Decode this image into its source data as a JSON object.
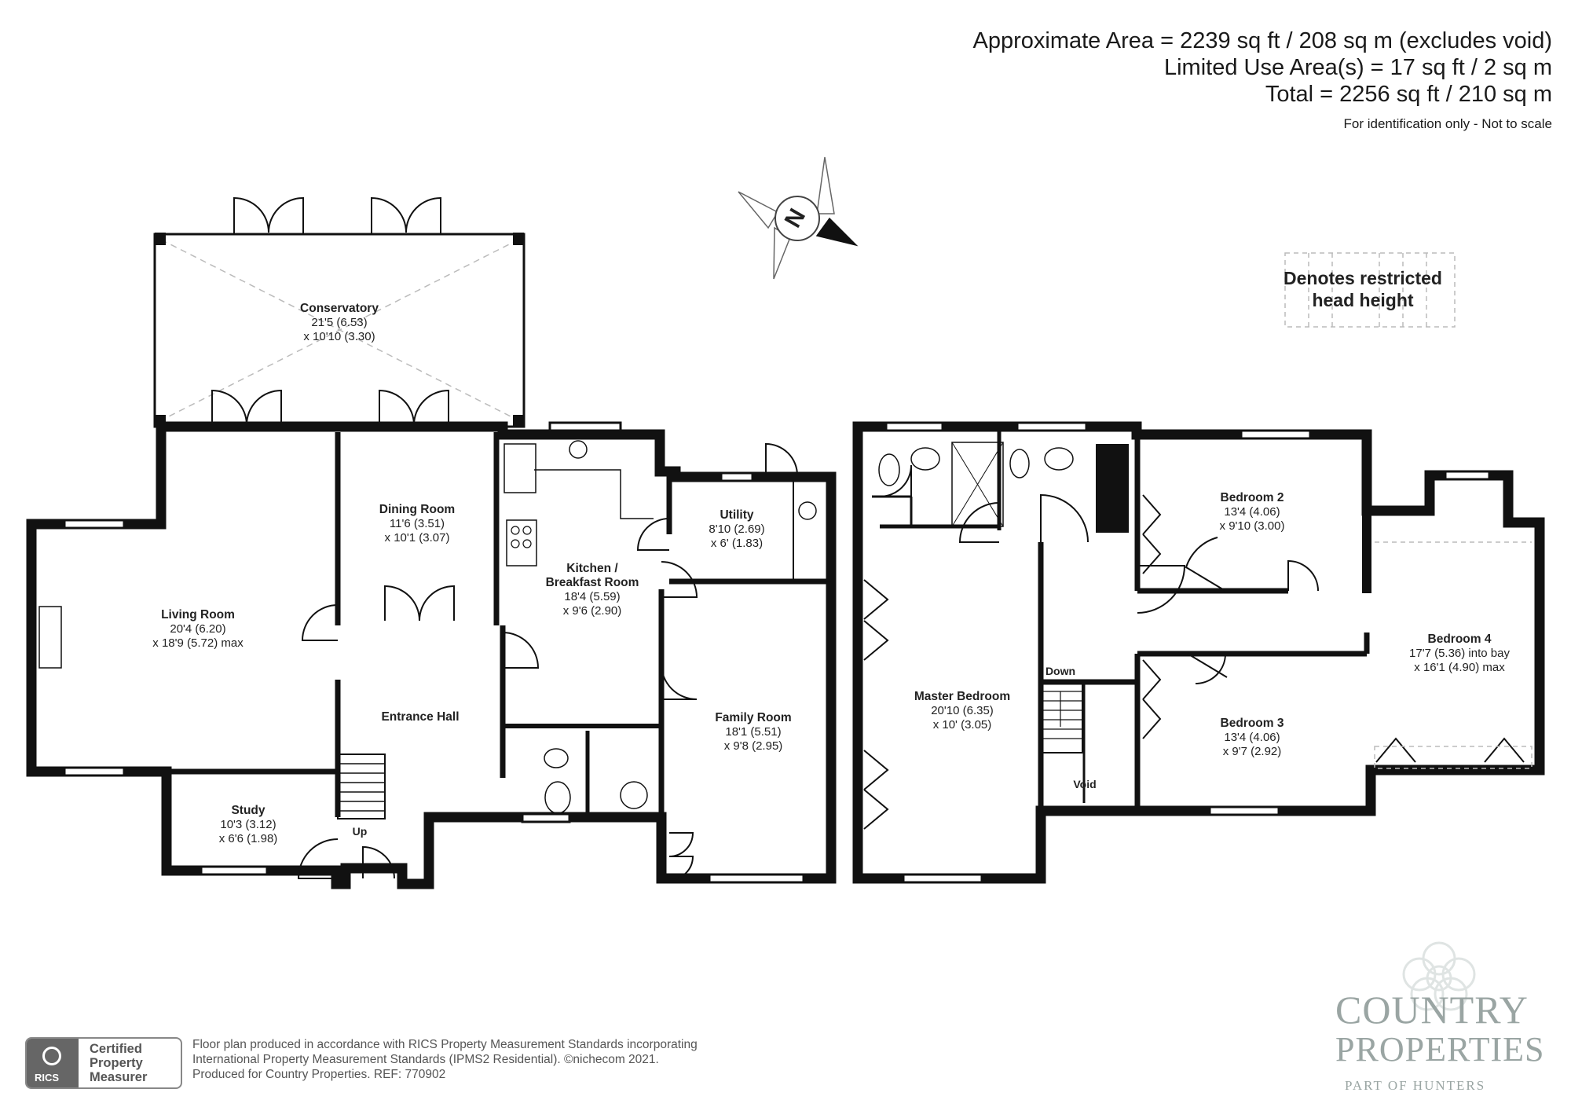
{
  "header": {
    "approx_area": "Approximate Area = 2239 sq ft / 208 sq m (excludes void)",
    "limited_use": "Limited Use Area(s) = 17 sq ft / 2 sq m",
    "total": "Total = 2256 sq ft / 210 sq m",
    "disclaimer": "For identification only - Not to scale"
  },
  "compass": {
    "letter": "N",
    "icon": "compass-rose-icon"
  },
  "legend": {
    "line1": "Denotes restricted",
    "line2": "head height"
  },
  "rooms": {
    "conservatory": {
      "name": "Conservatory",
      "d1": "21'5 (6.53)",
      "d2": "x 10'10 (3.30)"
    },
    "dining": {
      "name": "Dining Room",
      "d1": "11'6 (3.51)",
      "d2": "x 10'1 (3.07)"
    },
    "living": {
      "name": "Living Room",
      "d1": "20'4 (6.20)",
      "d2": "x 18'9 (5.72) max"
    },
    "kitchen": {
      "name1": "Kitchen /",
      "name2": "Breakfast Room",
      "d1": "18'4 (5.59)",
      "d2": "x 9'6 (2.90)"
    },
    "utility": {
      "name": "Utility",
      "d1": "8'10 (2.69)",
      "d2": "x 6' (1.83)"
    },
    "entrance": {
      "name": "Entrance Hall"
    },
    "family": {
      "name": "Family Room",
      "d1": "18'1 (5.51)",
      "d2": "x 9'8 (2.95)"
    },
    "study": {
      "name": "Study",
      "d1": "10'3 (3.12)",
      "d2": "x 6'6 (1.98)"
    },
    "master": {
      "name": "Master Bedroom",
      "d1": "20'10 (6.35)",
      "d2": "x 10' (3.05)"
    },
    "bed2": {
      "name": "Bedroom 2",
      "d1": "13'4 (4.06)",
      "d2": "x 9'10 (3.00)"
    },
    "bed3": {
      "name": "Bedroom 3",
      "d1": "13'4 (4.06)",
      "d2": "x 9'7 (2.92)"
    },
    "bed4": {
      "name": "Bedroom 4",
      "d1": "17'7 (5.36) into bay",
      "d2": "x 16'1 (4.90) max"
    }
  },
  "labels": {
    "up": "Up",
    "down": "Down",
    "void": "Void"
  },
  "footer": {
    "line1": "Floor plan produced in accordance with RICS Property Measurement Standards incorporating",
    "line2": "International Property Measurement Standards (IPMS2 Residential).   ©nichecom 2021.",
    "line3": "Produced for Country Properties.   REF: 770902"
  },
  "rics": {
    "word": "RICS",
    "line1": "Certified",
    "line2": "Property",
    "line3": "Measurer"
  },
  "brand": {
    "line1": "COUNTRY",
    "line2": "PROPERTIES",
    "line3": "PART OF HUNTERS"
  },
  "colors": {
    "wall": "#111111",
    "brand": "#9aa5a3",
    "dashed": "#bbbbbb"
  }
}
